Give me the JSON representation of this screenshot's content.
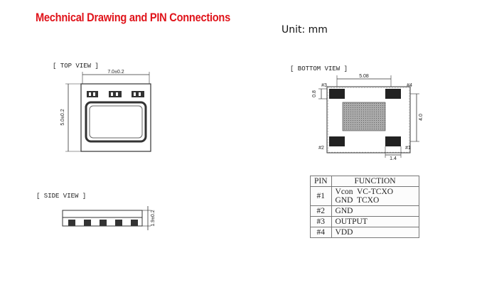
{
  "header": {
    "title": "Mechnical Drawing and PIN Connections",
    "unit": "Unit: mm"
  },
  "top_view": {
    "label": "[ TOP VIEW ]",
    "width_dim": "7.0±0.2",
    "height_dim": "5.0±0.2"
  },
  "side_view": {
    "label": "[ SIDE VIEW ]",
    "height_dim": "1.9±0.2"
  },
  "bottom_view": {
    "label": "[ BOTTOM VIEW ]",
    "width_dim": "5.08",
    "height_dim": "4.0",
    "pad_height_dim": "0.8",
    "pad_width_dim": "1.4",
    "pins": [
      "#1",
      "#2",
      "#3",
      "#4"
    ]
  },
  "pin_table": {
    "headers": [
      "PIN",
      "FUNCTION"
    ],
    "rows": [
      {
        "pin": "#1",
        "function_lines": [
          "Vcon  VC-TCXO",
          "GND  TCXO"
        ]
      },
      {
        "pin": "#2",
        "function_lines": [
          "GND"
        ]
      },
      {
        "pin": "#3",
        "function_lines": [
          "OUTPUT"
        ]
      },
      {
        "pin": "#4",
        "function_lines": [
          "VDD"
        ]
      }
    ]
  }
}
